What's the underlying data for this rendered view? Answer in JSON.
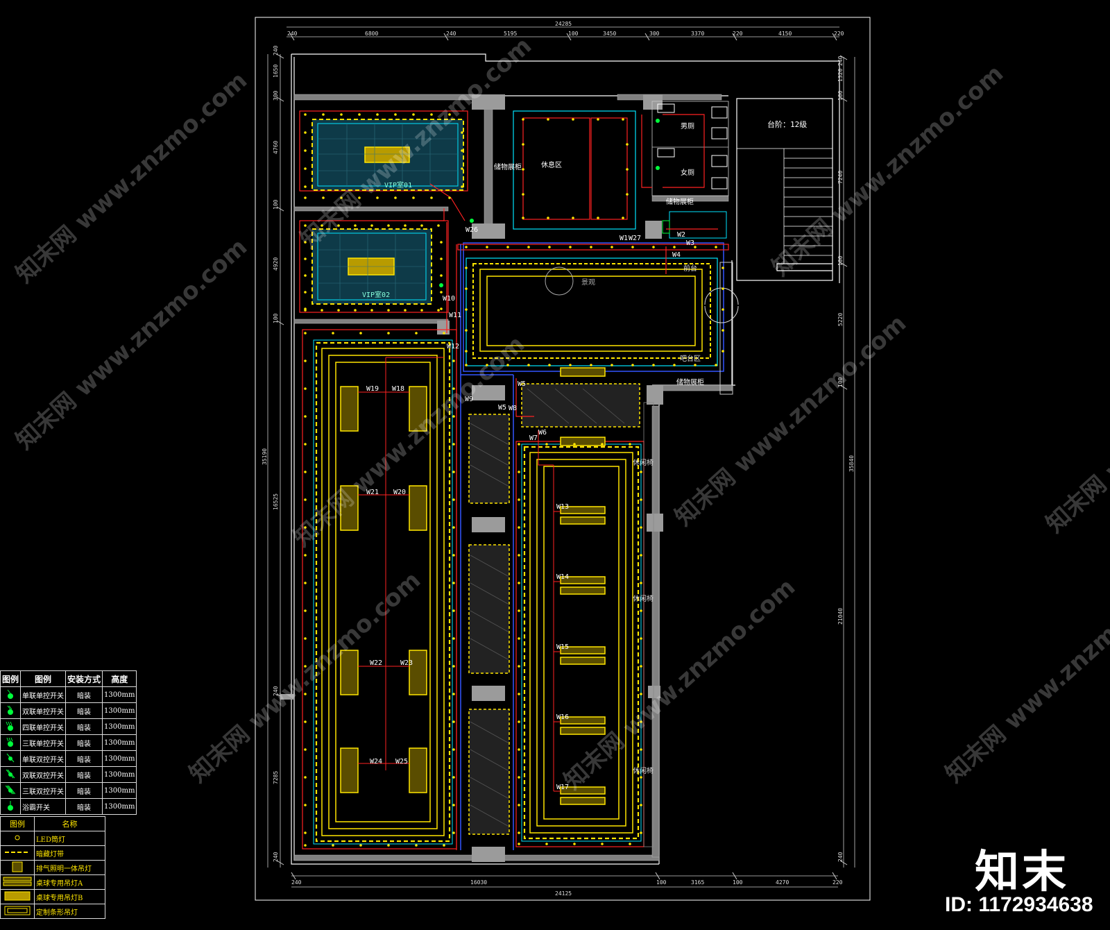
{
  "dimensions": {
    "top_total": "24285",
    "top_segments": [
      "240",
      "6800",
      "240",
      "5195",
      "100",
      "3450",
      "300",
      "3370",
      "220",
      "4150",
      "220"
    ],
    "bottom_total": "24125",
    "bottom_segments": [
      "240",
      "16030",
      "100",
      "3165",
      "100",
      "4270",
      "220"
    ],
    "left_total": "35190",
    "left_segments": [
      "240",
      "1650",
      "300",
      "4760",
      "100",
      "4920",
      "100",
      "16525",
      "240",
      "7285",
      "240"
    ],
    "right_total": "35840",
    "right_segments": [
      "240",
      "1320",
      "100",
      "7240",
      "100",
      "5220",
      "100",
      "21040",
      "240"
    ]
  },
  "rooms": {
    "vip1": "VIP室01",
    "vip2": "VIP室02",
    "display_cabinet": "储物展柜",
    "rest_area": "休息区",
    "men_toilet": "男厕",
    "women_toilet": "女厕",
    "storage_cabinet": "储物展柜",
    "stairs": "台阶：12级",
    "front_desk": "前台",
    "scenery": "景观",
    "bar_area": "吧台区",
    "display_cabinet2": "储物展柜",
    "chair1": "休闲椅",
    "chair2": "休闲椅",
    "chair3": "休闲椅"
  },
  "switches": [
    "W1",
    "W27",
    "W2",
    "W3",
    "W4",
    "W5",
    "W5",
    "W8",
    "W6",
    "W7",
    "W9",
    "W10",
    "W11",
    "W12",
    "W13",
    "W14",
    "W15",
    "W16",
    "W17",
    "W18",
    "W19",
    "W20",
    "W21",
    "W22",
    "W23",
    "W24",
    "W25",
    "W26"
  ],
  "legend_switches": {
    "headers": [
      "图例",
      "图例",
      "安装方式",
      "高度"
    ],
    "rows": [
      {
        "name": "单联单控开关",
        "install": "暗装",
        "height": "1300mm"
      },
      {
        "name": "双联单控开关",
        "install": "暗装",
        "height": "1300mm"
      },
      {
        "name": "四联单控开关",
        "install": "暗装",
        "height": "1300mm"
      },
      {
        "name": "三联单控开关",
        "install": "暗装",
        "height": "1300mm"
      },
      {
        "name": "单联双控开关",
        "install": "暗装",
        "height": "1300mm"
      },
      {
        "name": "双联双控开关",
        "install": "暗装",
        "height": "1300mm"
      },
      {
        "name": "三联双控开关",
        "install": "暗装",
        "height": "1300mm"
      },
      {
        "name": "浴霸开关",
        "install": "暗装",
        "height": "1300mm"
      }
    ]
  },
  "legend_lights": {
    "headers": [
      "图例",
      "名称"
    ],
    "rows": [
      "LED筒灯",
      "暗藏灯带",
      "排气照明一体吊灯",
      "桌球专用吊灯A",
      "桌球专用吊灯B",
      "定制条形吊灯"
    ]
  },
  "watermark": "知末网 www.znzmo.com",
  "brand": "知末",
  "brand_id": "ID: 1172934638",
  "colors": {
    "wall": "#ffffff",
    "circuit": "#ff1a1a",
    "led": "#ffe600",
    "cyan": "#00ffff",
    "blue": "#3355ff",
    "green": "#00ff3c",
    "gray": "#bdbdbd"
  }
}
